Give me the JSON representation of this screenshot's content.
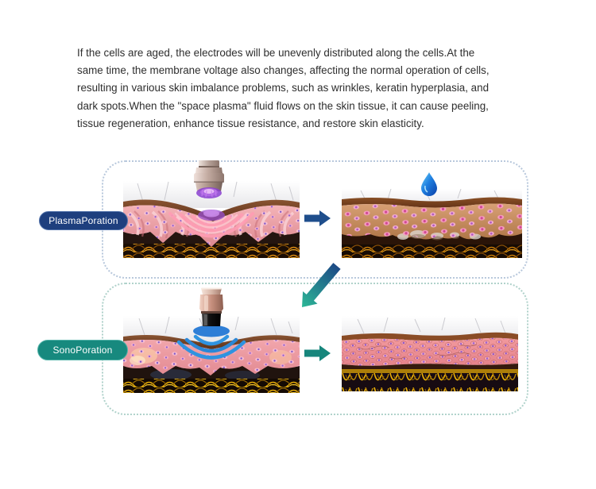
{
  "intro": {
    "lines": [
      "If the cells are aged, the electrodes will be unevenly distributed along the cells.At the",
      "same time, the membrane voltage also changes, affecting the normal operation of cells,",
      "resulting in various skin imbalance problems, such as wrinkles, keratin hyperplasia, and",
      "dark spots.When the \"space plasma\" fluid flows on the skin tissue, it can cause peeling,",
      "tissue regeneration, enhance tissue resistance, and restore skin elasticity."
    ]
  },
  "panels": [
    {
      "label": "PlasmaPoration",
      "accent_color": "#1e3f7e",
      "border_color": "#b8c8dc",
      "arrow_color": "#1f4e8c",
      "icons": [
        "plasma-handpiece-icon",
        "arrow-right-icon",
        "water-drop-icon"
      ]
    },
    {
      "label": "SonoPoration",
      "accent_color": "#17897e",
      "border_color": "#b0d2cb",
      "arrow_color": "#17867c",
      "icons": [
        "ultrasound-handpiece-icon",
        "arrow-right-icon"
      ]
    }
  ],
  "connector": {
    "icon": "arrow-down-left-icon",
    "gradient_start": "#1d4a86",
    "gradient_end": "#2cb896"
  },
  "colors": {
    "text": "#2e2e2e",
    "drop_blue": "#1b6fd4",
    "background": "#ffffff"
  }
}
